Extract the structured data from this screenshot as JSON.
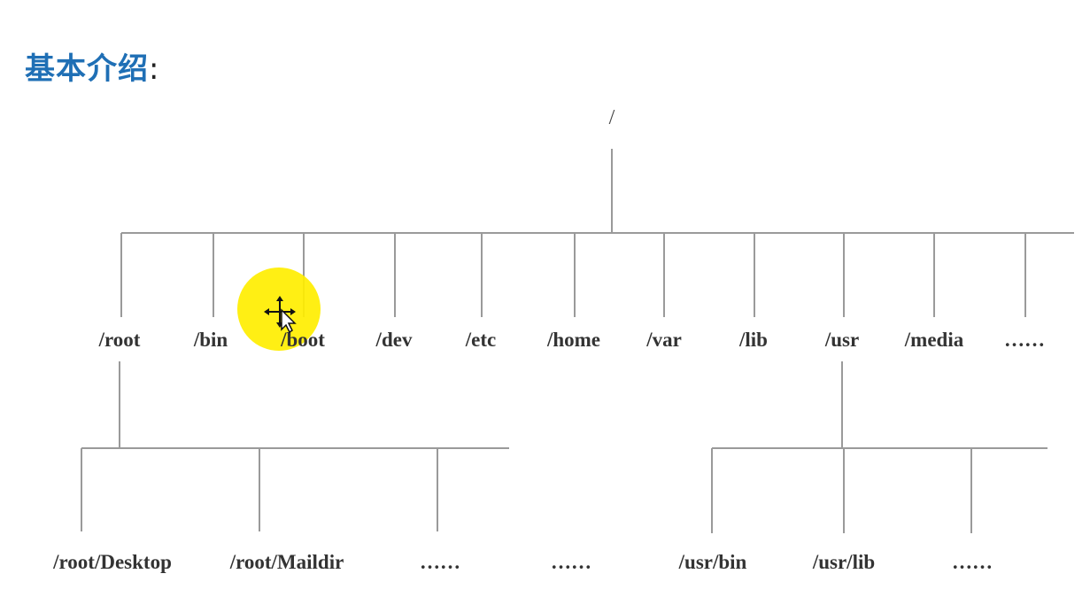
{
  "title": "基本介绍",
  "title_colon": ":",
  "colors": {
    "title": "#1f6fb5",
    "lines": "#9a9a9a",
    "highlight": "#ffee00"
  },
  "tree": {
    "root": "/",
    "level1": [
      "/root",
      "/bin",
      "/boot",
      "/dev",
      "/etc",
      "/home",
      "/var",
      "/lib",
      "/usr",
      "/media",
      "……"
    ],
    "root_children": [
      "/root/Desktop",
      "/root/Maildir",
      "……",
      "……"
    ],
    "usr_children": [
      "/usr/bin",
      "/usr/lib",
      "……"
    ]
  },
  "cursor": {
    "icon": "move-cursor-icon"
  }
}
